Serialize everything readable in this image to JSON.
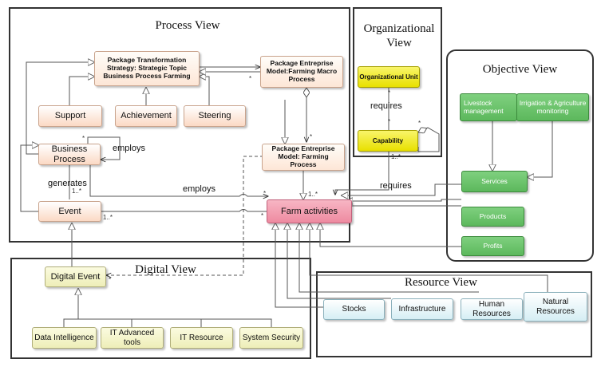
{
  "views": {
    "process": "Process View",
    "organizational": "Organizational View",
    "objective": "Objective View",
    "digital": "Digital View",
    "resource": "Resource View"
  },
  "nodes": {
    "pkg_transformation": "Package Transformation Strategy: Strategic Topic Business Process Farming",
    "pkg_macro": "Package Entreprise Model:Farming Macro Process",
    "pkg_farming": "Package Entreprise Model: Farming Process",
    "support": "Support",
    "achievement": "Achievement",
    "steering": "Steering",
    "business_process": "Business Process",
    "event": "Event",
    "farm_activities": "Farm activities",
    "org_unit": "Organizational Unit",
    "capability": "Capability",
    "livestock": "Livestock management",
    "irrigation": "Irrigation & Agriculture monitoring",
    "services": "Services",
    "products": "Products",
    "profits": "Profits",
    "digital_event": "Digital Event",
    "data_intelligence": "Data Intelligence",
    "it_advanced": "IT Advanced tools",
    "it_resource": "IT Resource",
    "system_security": "System Security",
    "stocks": "Stocks",
    "infrastructure": "Infrastructure",
    "human": "Human Resources",
    "natural": "Natural Resources"
  },
  "labels": {
    "employs_self": "employs",
    "generates": "generates",
    "employs": "employs",
    "requires_top": "requires",
    "requires_bottom": "requires"
  },
  "multiplicities": {
    "m_star": "*",
    "m_1star": "1..*"
  },
  "colors": {
    "frame": "#333333",
    "peach": "#fbd9c4",
    "yellow": "#f2eb1a",
    "green": "#5cb85c",
    "pink": "#ee8aa0",
    "cream": "#eeeeb8",
    "lightblue": "#d5eef4"
  }
}
